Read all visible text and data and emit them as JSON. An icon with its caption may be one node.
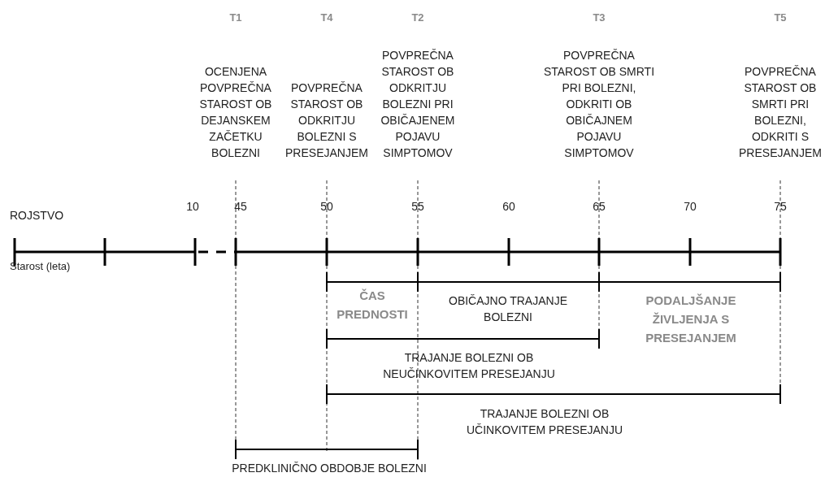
{
  "diagram": {
    "labels": [
      "T1",
      "T4",
      "T2",
      "T3",
      "T5",
      "OCENJENA POVPREČNA STAROST OB DEJANSKEM ZAČETKU BOLEZNI",
      "POVPREČNA STAROST OB ODKRITJU BOLEZNI S PRESEJANJEM",
      "POVPREČNA STAROST OB ODKRITJU BOLEZNI PRI OBIČAJENEM POJAVU SIMPTOMOV",
      "POVPREČNA STAROST OB SMRTI PRI BOLEZNI, ODKRITI OB OBIČAJNEM POJAVU SIMPTOMOV",
      "POVPREČNA STAROST OB SMRTI PRI BOLEZNI, ODKRITI S PRESEJANJEM",
      "ROJSTVO",
      "10",
      "45",
      "50",
      "55",
      "60",
      "65",
      "70",
      "75",
      "Starost (leta)",
      "ČAS PREDNOSTI",
      "OBIČAJNO TRAJANJE BOLEZNI",
      "PODALJŠANJE ŽIVLJENJA S PRESEJANJEM",
      "TRAJANJE BOLEZNI OB NEUČINKOVITEM PRESEJANJU",
      "TRAJANJE BOLEZNI OB UČINKOVITEM PRESEJANJU",
      "PREDKLINIČNO OBDOBJE BOLEZNI"
    ]
  }
}
